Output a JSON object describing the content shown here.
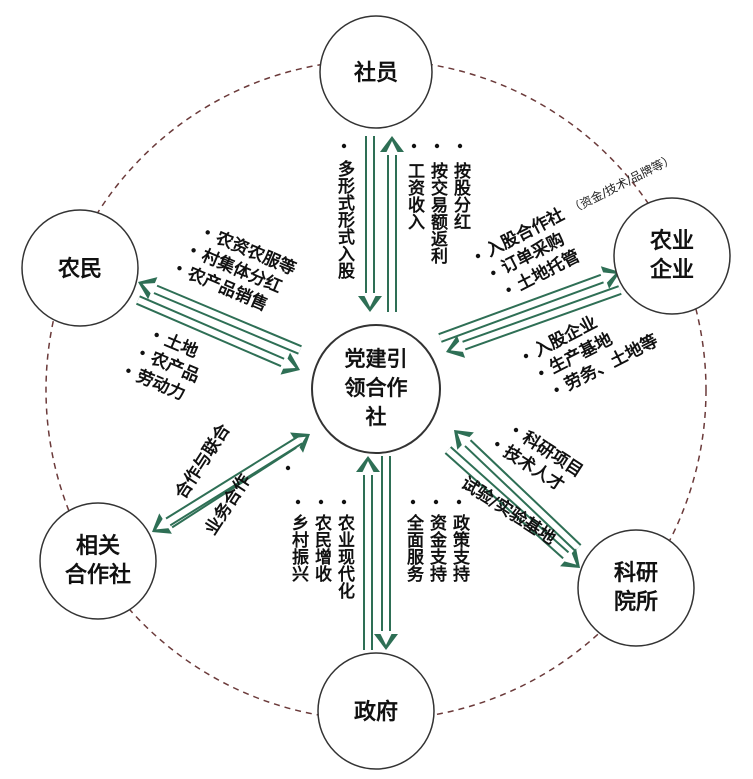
{
  "nodes": {
    "center": [
      "党建引",
      "领合作",
      "社"
    ],
    "members": [
      "社员"
    ],
    "farmers": [
      "农民"
    ],
    "agri_enterprise": [
      "农业",
      "企业"
    ],
    "research": [
      "科研",
      "院所"
    ],
    "government": [
      "政府"
    ],
    "related_coop": [
      "相关",
      "合作社"
    ]
  },
  "labels": {
    "members_up_cols": [
      "按股分红",
      "按交易额返利",
      "工资收入"
    ],
    "members_down_cols": [
      "多形式形式入股"
    ],
    "farmers_in": [
      "农资农服等",
      "村集体分红",
      "农产品销售"
    ],
    "farmers_out": [
      "土地",
      "农产品",
      "劳动力"
    ],
    "enterprise_out": [
      "入股合作社",
      "订单采购",
      "土地托管"
    ],
    "enterprise_note": "（资金/技术/品牌等）",
    "enterprise_in": [
      "入股企业",
      "生产基地",
      "劳务、土地等"
    ],
    "research_in": [
      "科研项目",
      "技术人才"
    ],
    "research_out": "试验/实验基地",
    "gov_cols_a": [
      "政策支持",
      "资金支持",
      "全面服务"
    ],
    "gov_cols_b": [
      "农业现代化",
      "农民增收",
      "乡村振兴"
    ],
    "coop_a": "合作与联合",
    "coop_b": "业务合作"
  }
}
